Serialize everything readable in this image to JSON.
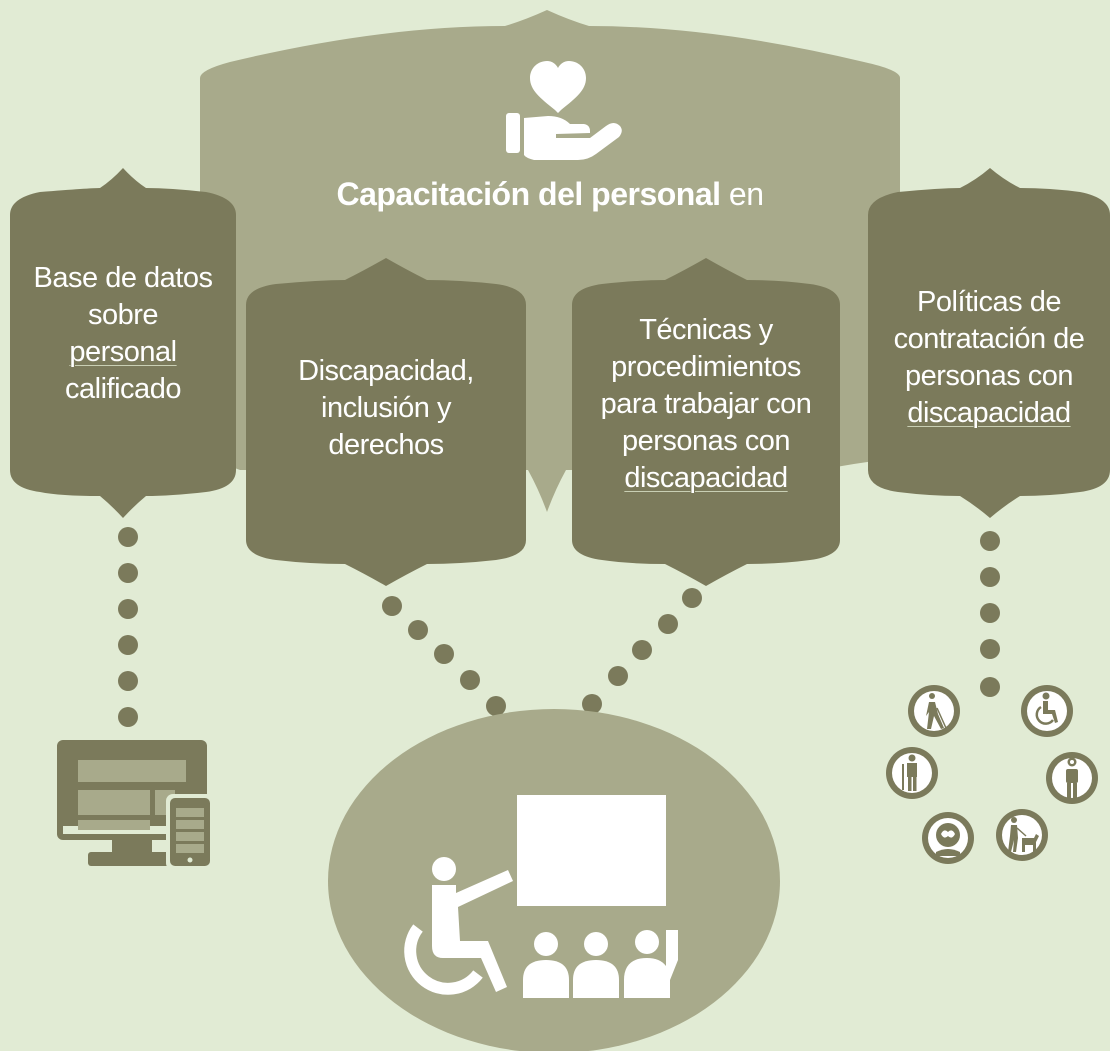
{
  "colors": {
    "background": "#e1ebd4",
    "light_olive": "#a8aa8b",
    "dark_olive": "#7b7a5b",
    "white": "#ffffff"
  },
  "top_panel": {
    "title_bold": "Capacitación del personal",
    "title_rest": " en",
    "icon": "heart-in-hand-icon"
  },
  "left_box": {
    "lines": [
      "Base de datos",
      "sobre",
      "personal",
      "calificado"
    ],
    "icon": "desktop-and-phone-icon"
  },
  "middle_left_box": {
    "lines": [
      "Discapacidad,",
      "inclusión y",
      "derechos"
    ]
  },
  "middle_right_box": {
    "lines": [
      "Técnicas y",
      "procedimientos",
      "para trabajar con",
      "personas con",
      "discapacidad"
    ]
  },
  "right_box": {
    "lines": [
      "Políticas de",
      "contratación de",
      "personas con",
      "discapacidad"
    ],
    "icons": [
      "blind-cane-icon",
      "wheelchair-user-icon",
      "crutch-user-icon",
      "intellectual-disability-icon",
      "cognitive-disability-icon",
      "guide-dog-icon"
    ]
  },
  "bottom_ellipse": {
    "icon": "wheelchair-teacher-with-audience-icon"
  }
}
